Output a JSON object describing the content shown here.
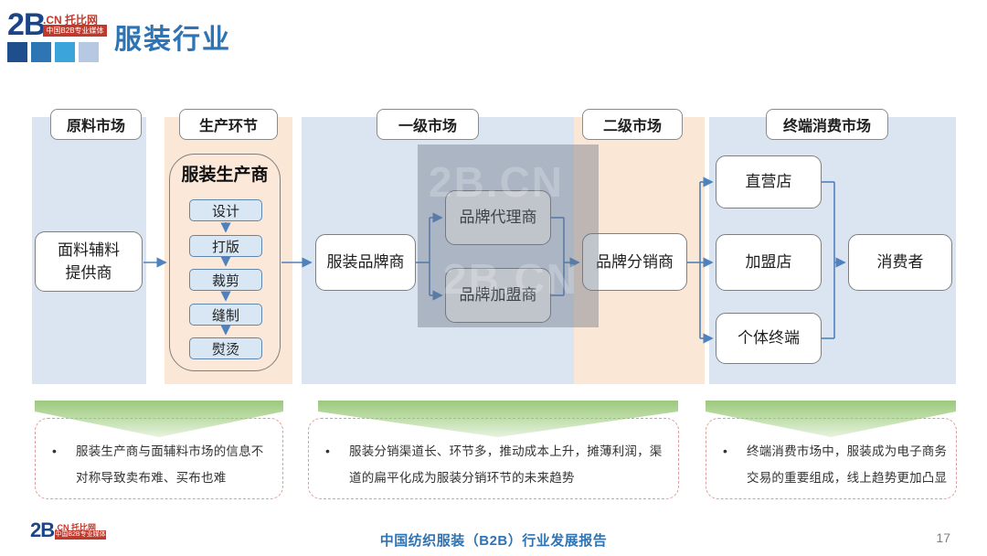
{
  "logo": {
    "mark": "2B",
    "suffix": ".CN 托比网",
    "tagline": "中国B2B专业媒体",
    "square_colors": [
      "#1f4e8c",
      "#2e76b3",
      "#3ba4db",
      "#b7c9e2"
    ]
  },
  "page_title": "服装行业",
  "stages": [
    {
      "label": "原料市场"
    },
    {
      "label": "生产环节"
    },
    {
      "label": "一级市场"
    },
    {
      "label": "二级市场"
    },
    {
      "label": "终端消费市场"
    }
  ],
  "nodes": {
    "fabric_supplier": "面料辅料提供商",
    "producer_title": "服装生产商",
    "producer_steps": [
      "设计",
      "打版",
      "裁剪",
      "缝制",
      "熨烫"
    ],
    "brand": "服装品牌商",
    "agent": "品牌代理商",
    "franchiser": "品牌加盟商",
    "distributor": "品牌分销商",
    "direct_store": "直营店",
    "franchise_store": "加盟店",
    "individual_terminal": "个体终端",
    "consumer": "消费者"
  },
  "watermark": {
    "line1": "2B.CN",
    "line2": "2B.CN"
  },
  "notes": [
    {
      "bullet": "•",
      "text": "服装生产商与面辅料市场的信息不对称导致卖布难、买布也难"
    },
    {
      "bullet": "•",
      "text": "服装分销渠道长、环节多，推动成本上升，摊薄利润，渠道的扁平化成为服装分销环节的未来趋势"
    },
    {
      "bullet": "•",
      "text": "终端消费市场中，服装成为电子商务交易的重要组成，线上趋势更加凸显"
    }
  ],
  "footer": {
    "report_title": "中国纺织服装（B2B）行业发展报告",
    "page_number": "17"
  },
  "colors": {
    "band_blue": "#dbe5f2",
    "band_peach": "#fbe7d5",
    "accent_blue": "#2e74b5",
    "arrow_blue": "#4f81bd",
    "chevron_green": "#9cc87e",
    "note_dash": "#dc9e9a"
  }
}
